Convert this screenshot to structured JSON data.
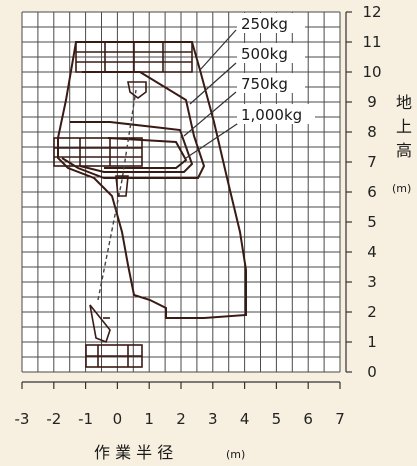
{
  "x_axis": {
    "label": "作 業 半 径",
    "unit": "(m)",
    "ticks": [
      "-3",
      "-2",
      "-1",
      "0",
      "1",
      "2",
      "3",
      "4",
      "5",
      "6",
      "7"
    ]
  },
  "y_axis": {
    "label": [
      "地",
      "上",
      "高"
    ],
    "unit": "(m)",
    "ticks": [
      "0",
      "1",
      "2",
      "3",
      "4",
      "5",
      "6",
      "7",
      "8",
      "9",
      "10",
      "11",
      "12"
    ]
  },
  "capacities": [
    {
      "label": "250kg"
    },
    {
      "label": "500kg"
    },
    {
      "label": "750kg"
    },
    {
      "label": "1,000kg"
    }
  ],
  "colors": {
    "background": "#f7f0e0",
    "grid": "#4a4a4a",
    "envelope": "#3a1a14",
    "text": "#1a1a1a"
  }
}
